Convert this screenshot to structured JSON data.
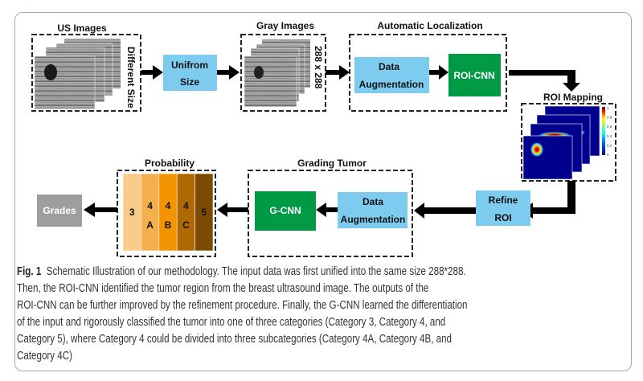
{
  "stages": {
    "us_images": {
      "title": "US Images",
      "side_label": "Different Size"
    },
    "uniform_size": {
      "label_line1": "Unifrom",
      "label_line2": "Size"
    },
    "gray_images": {
      "title": "Gray Images",
      "side_label": "288 x 288"
    },
    "automatic_localization": {
      "title": "Automatic Localization",
      "data_augmentation": {
        "line1": "Data",
        "line2": "Augmentation"
      },
      "roi_cnn": "ROI-CNN"
    },
    "roi_mapping": {
      "title": "ROI Mapping",
      "colorbar_ticks": [
        "1",
        "0.8",
        "0.6",
        "0.4",
        "0.2",
        "0"
      ]
    },
    "refine_roi": {
      "line1": "Refine",
      "line2": "ROI"
    },
    "grading_tumor": {
      "title": "Grading Tumor",
      "data_augmentation": {
        "line1": "Data",
        "line2": "Augmentation"
      },
      "g_cnn": "G-CNN"
    },
    "probability": {
      "title": "Probability",
      "bars": [
        {
          "line1": "3",
          "line2": "",
          "color": "#f8cb8a"
        },
        {
          "line1": "4",
          "line2": "A",
          "color": "#f5b04e"
        },
        {
          "line1": "4",
          "line2": "B",
          "color": "#f29400"
        },
        {
          "line1": "4",
          "line2": "C",
          "color": "#ae6900"
        },
        {
          "line1": "5",
          "line2": "",
          "color": "#7c4a00"
        }
      ]
    },
    "grades": "Grades"
  },
  "colors": {
    "light_blue": "#7ecbf0",
    "green": "#009944",
    "gray": "#9e9e9e",
    "heatmap_bg": "#00008f"
  },
  "caption": {
    "label": "Fig. 1",
    "lines": [
      "Schematic Illustration of our methodology. The input data was first unified into the same size 288*288.",
      "Then, the ROI-CNN identified the tumor region from the breast ultrasound image. The outputs of the",
      "ROI-CNN can be further improved by the refinement procedure. Finally, the G-CNN learned the differentiation",
      "of the input and rigorously classified the tumor into one of three categories (Category 3, Category 4, and",
      "Category 5), where Category 4 could be divided into three subcategories (Category 4A, Category 4B, and",
      "Category 4C)"
    ]
  }
}
